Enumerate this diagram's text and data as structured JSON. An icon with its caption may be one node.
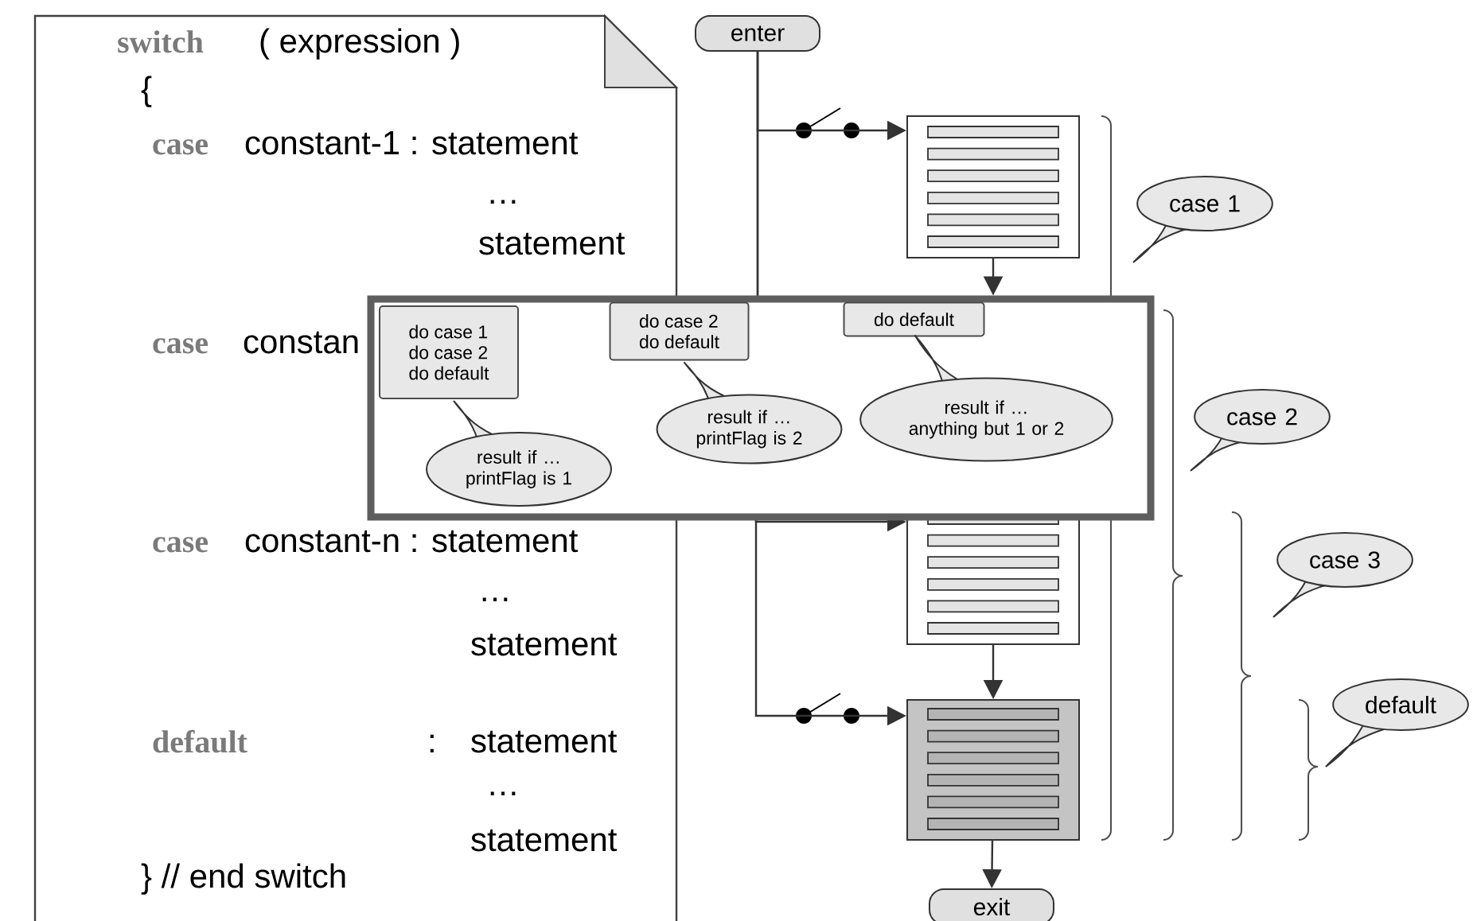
{
  "diagram": {
    "nodes": [
      {
        "text": [
          "switch",
          "( expression )",
          "{",
          "case",
          "constant-1 : statement",
          "…",
          "statement",
          "case",
          "constan",
          "case",
          "constant-n : statement",
          "…",
          "statement",
          "default",
          ":",
          "statement",
          "…",
          "statement",
          "} //  end switch"
        ]
      },
      {
        "text": [
          "enter"
        ]
      },
      {
        "text": [],
        "shape": "box"
      },
      {
        "text": [
          "case 1"
        ]
      },
      {
        "text": [],
        "shape": "box"
      },
      {
        "text": [
          "do case 1",
          "do case 2",
          "do default"
        ]
      },
      {
        "text": [
          "do case 2",
          "do default"
        ],
        "in": 4
      },
      {
        "text": [
          "do default"
        ],
        "in": 4
      },
      {
        "text": [
          "result if … printFlag is 1"
        ]
      },
      {
        "text": [
          "result if … printFlag is 2"
        ],
        "in": 4
      },
      {
        "text": [
          "result if … anything but 1 or 2"
        ],
        "in": 4
      },
      {
        "text": [
          "case 2"
        ]
      },
      {
        "text": [],
        "shape": "box"
      },
      {
        "text": [
          "case 3"
        ]
      },
      {
        "text": [],
        "shape": "box"
      },
      {
        "text": [
          "default"
        ]
      },
      {
        "text": [
          "exit"
        ]
      }
    ],
    "edges": [
      {
        "from": 1,
        "to": 2,
        "arrow": "to"
      },
      {
        "from": 1,
        "to": 12,
        "arrow": "to"
      },
      {
        "from": 1,
        "to": 14,
        "arrow": "to"
      },
      {
        "from": 2,
        "to": 4,
        "arrow": "to"
      },
      {
        "from": 12,
        "to": 14,
        "arrow": "to"
      },
      {
        "from": 14,
        "to": 16,
        "arrow": "to"
      }
    ]
  }
}
